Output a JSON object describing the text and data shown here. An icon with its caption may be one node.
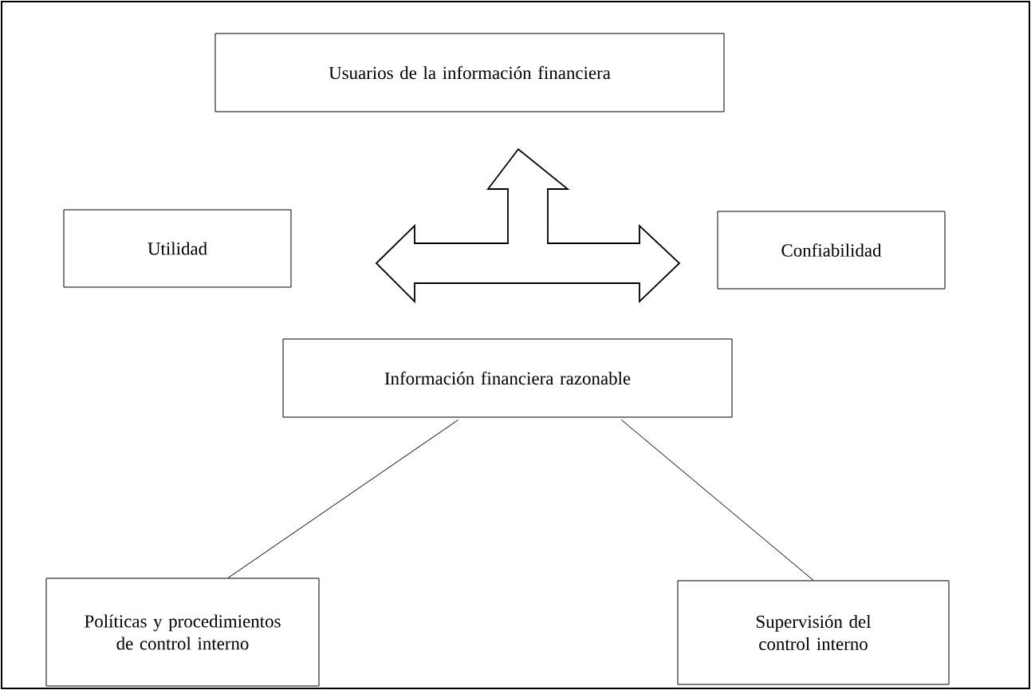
{
  "diagram": {
    "nodes": [
      {
        "text": [
          "Usuarios de la información financiera"
        ]
      },
      {
        "text": [
          "Utilidad"
        ]
      },
      {
        "text": [
          "Confiabilidad"
        ]
      },
      {
        "text": [
          "Información financiera razonable"
        ]
      },
      {
        "text": [
          "Políticas y procedimientos de control interno"
        ]
      },
      {
        "text": [
          "Supervisión del control interno"
        ]
      }
    ],
    "edges": [
      {
        "from": 3,
        "to": 4,
        "arrow": "none"
      },
      {
        "from": 3,
        "to": 5,
        "arrow": "none"
      }
    ]
  }
}
